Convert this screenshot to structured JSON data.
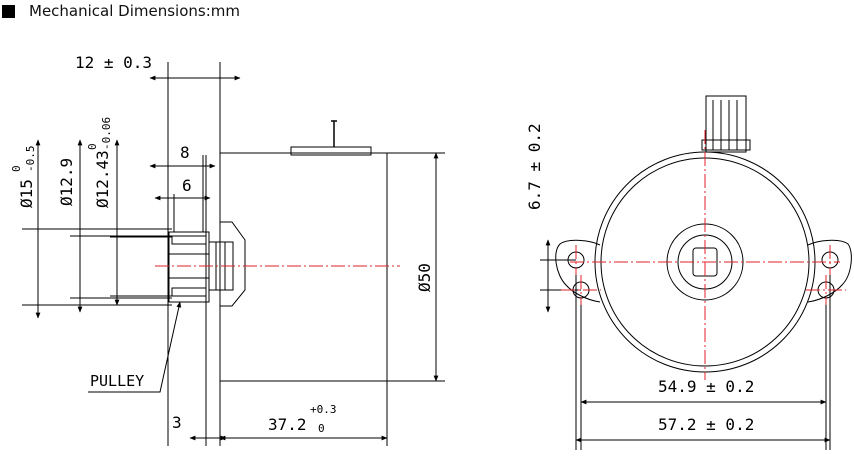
{
  "header": {
    "title": "Mechanical Dimensions:mm"
  },
  "side_view": {
    "dim_12": "12 ± 0.3",
    "dim_8": "8",
    "dim_6": "6",
    "dim_3": "3",
    "dim_37": "37.2",
    "dim_37_tol_upper": "+0.3",
    "dim_37_tol_lower": "0",
    "dia_50": "Ø50",
    "dia_15": "Ø15",
    "dia_15_tol_upper": "0",
    "dia_15_tol_lower": "-0.5",
    "dia_129": "Ø12.9",
    "dia_1243": "Ø12.43",
    "dia_1243_tol_upper": "0",
    "dia_1243_tol_lower": "-0.06",
    "pulley_label": "PULLEY"
  },
  "front_view": {
    "dim_67": "6.7 ± 0.2",
    "dim_549": "54.9 ± 0.2",
    "dim_572": "57.2 ± 0.2"
  },
  "colors": {
    "line": "#000000",
    "centerline": "#e0202a"
  }
}
